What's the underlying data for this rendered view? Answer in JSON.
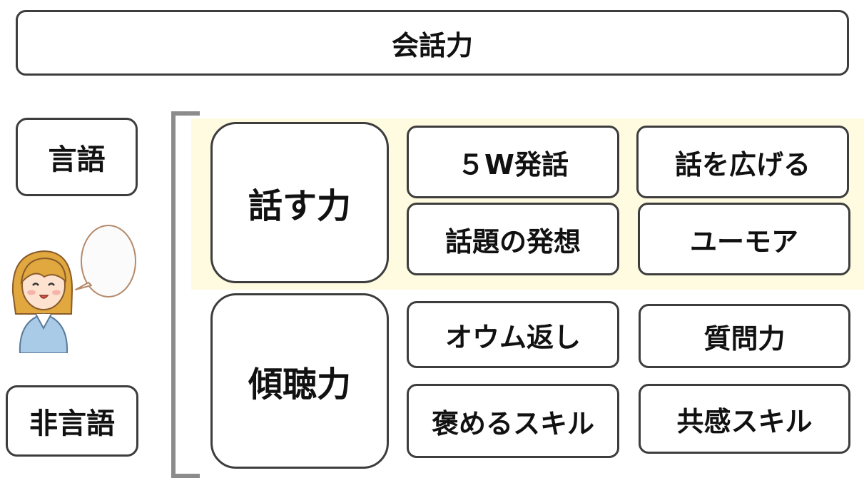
{
  "title": "会話力",
  "verbal_label": "言語",
  "nonverbal_label": "非言語",
  "speaking": {
    "label": "話す力",
    "skills": [
      "５W発話",
      "話を広げる",
      "話題の発想",
      "ユーモア"
    ]
  },
  "listening": {
    "label": "傾聴力",
    "skills": [
      "オウム返し",
      "質問力",
      "褒めるスキル",
      "共感スキル"
    ]
  },
  "colors": {
    "highlight": "#fffbe0",
    "border": "#3d3d3d",
    "bracket": "#8c8c8c",
    "shirt": "#a9cbe8",
    "hair": "#e0a83f"
  },
  "icons": [
    "girl-illustration-icon",
    "speech-bubble-icon"
  ]
}
